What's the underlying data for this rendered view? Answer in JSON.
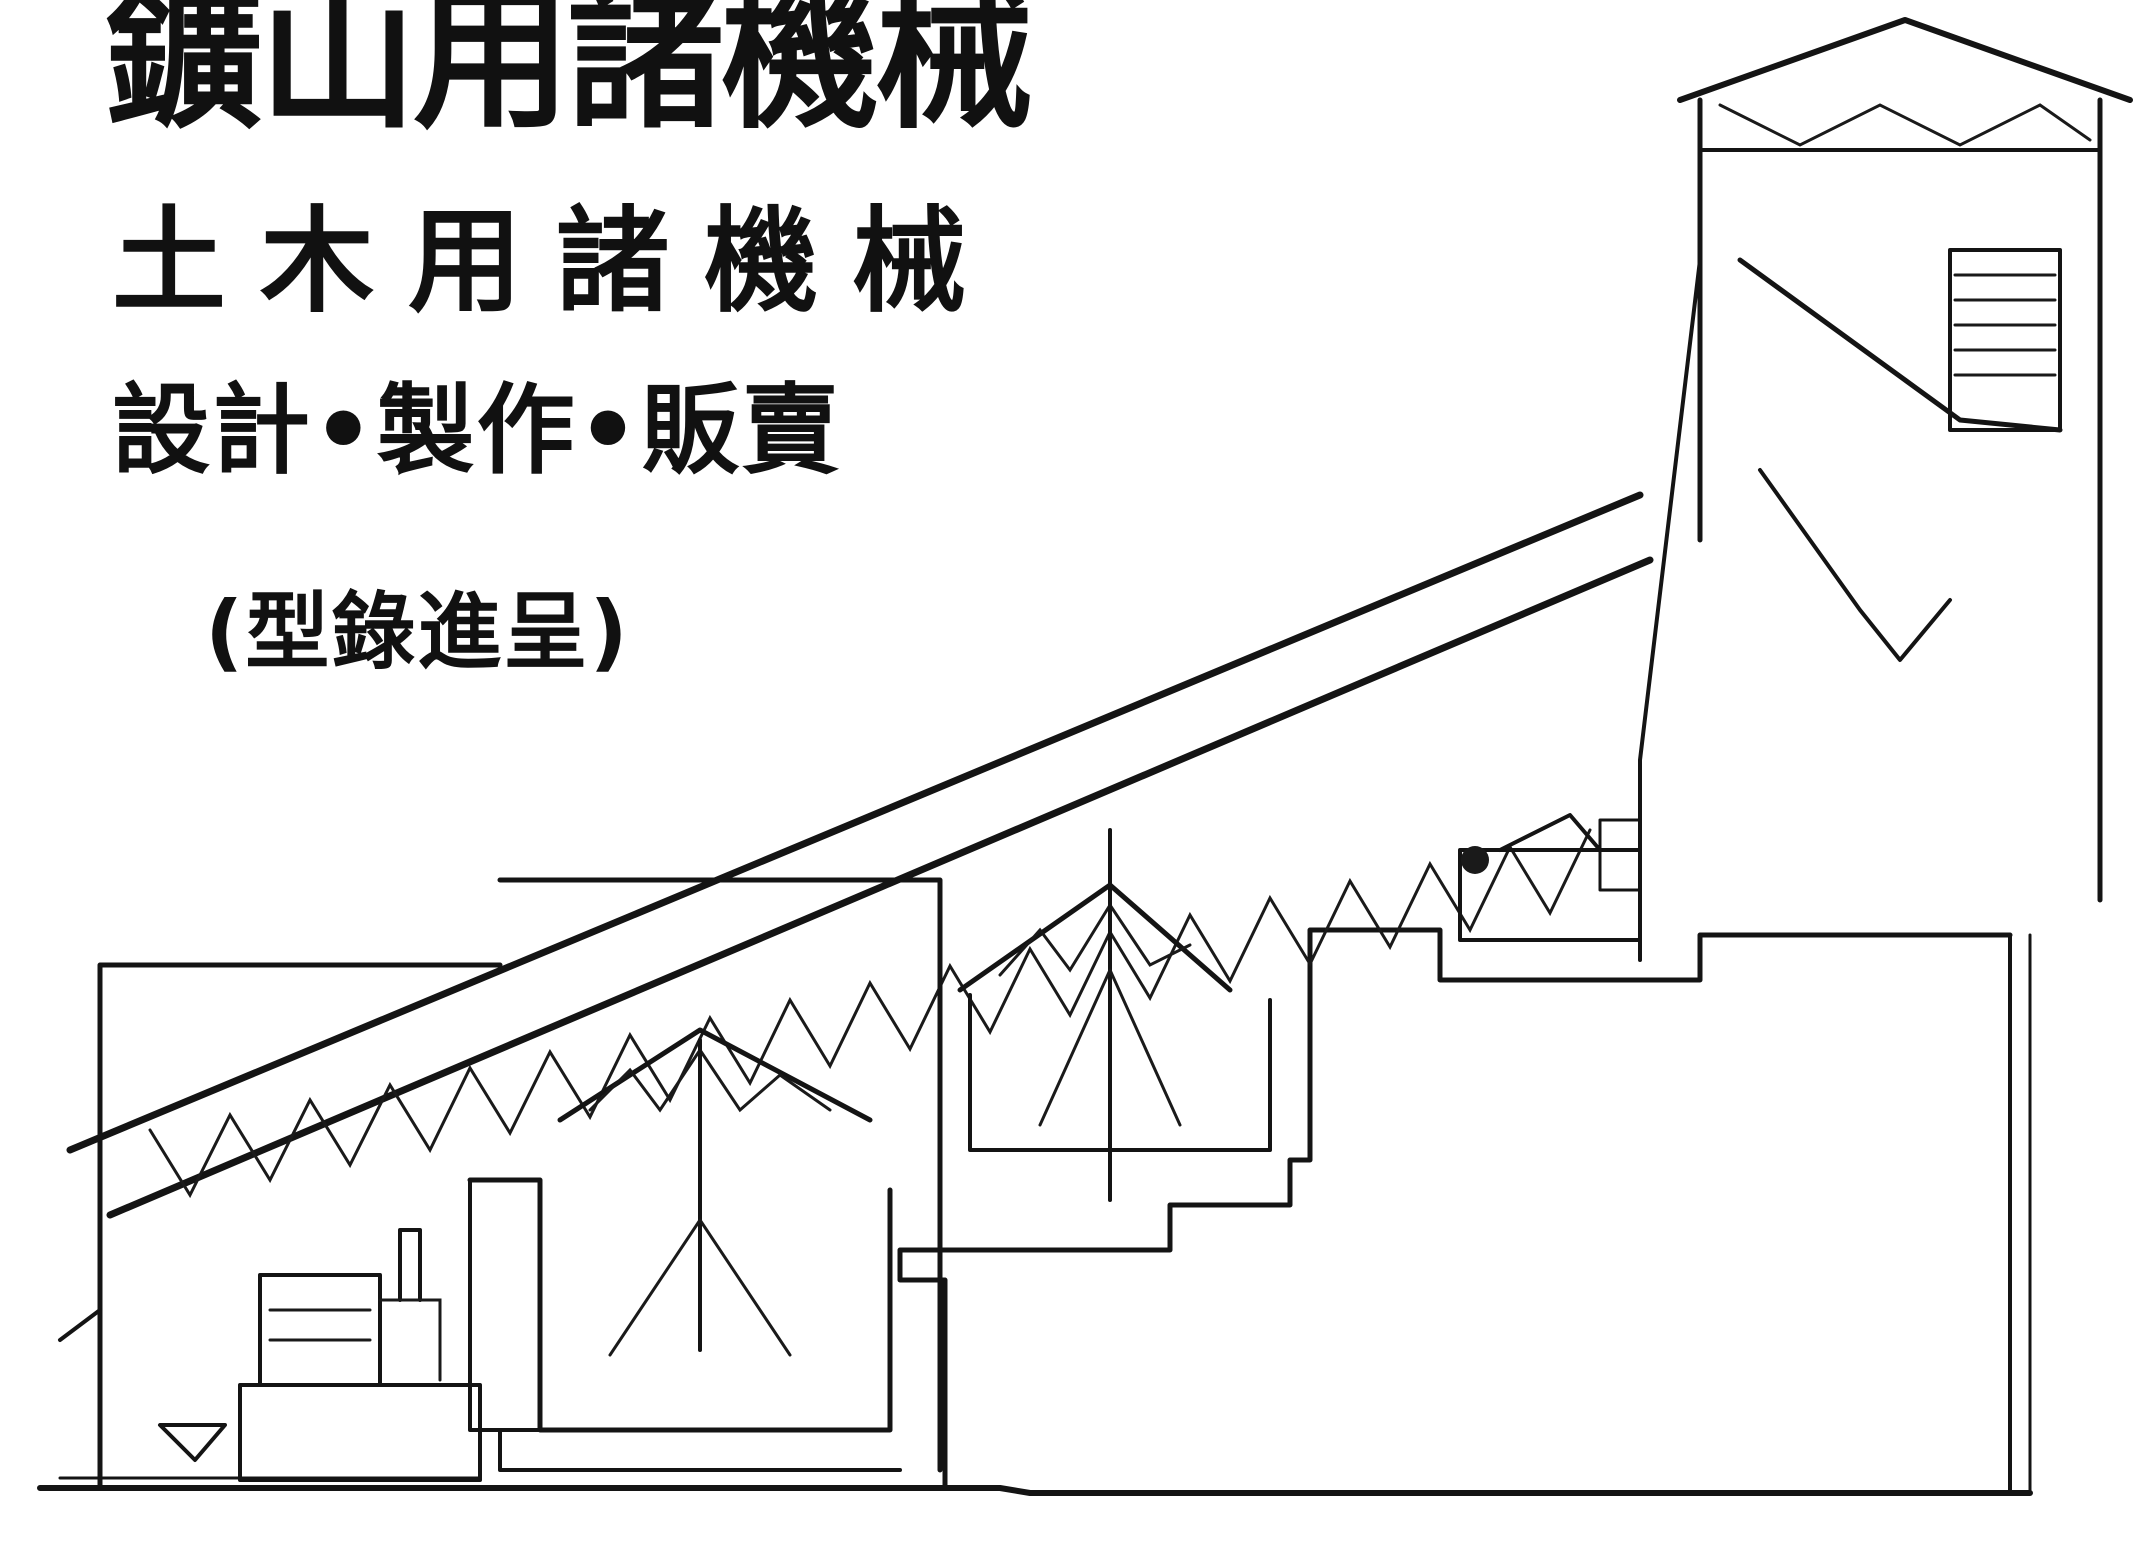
{
  "advert": {
    "heading_1": "鑛山用諸機械",
    "heading_2": "土木用諸機械",
    "services": "設計•製作•販賣",
    "catalog_note": "(型錄進呈)"
  },
  "illustration": {
    "subject": "coal-washery-plant-drawing",
    "ink_color": "#141414",
    "paper_color": "#ffffff"
  }
}
